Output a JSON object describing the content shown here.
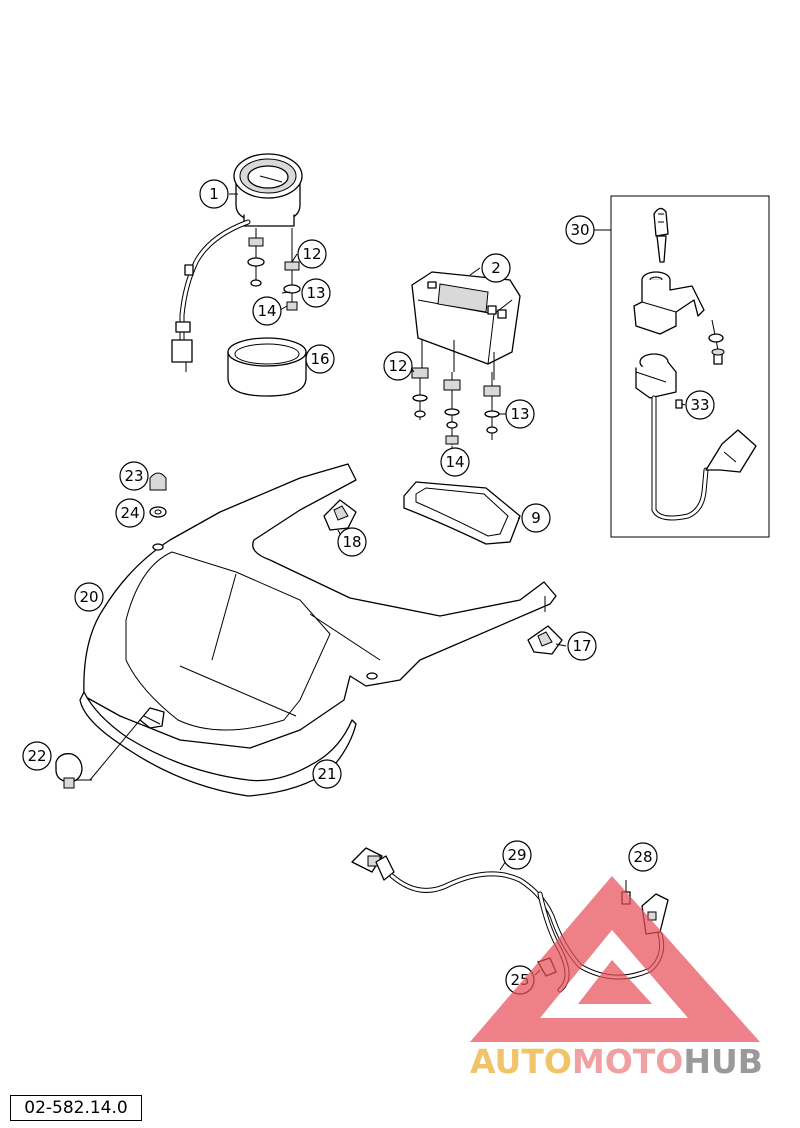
{
  "drawing_code": "02-582.14.0",
  "watermark": {
    "part1": "AUTO",
    "part2": "MOTO",
    "part3": "HUB",
    "colors": {
      "auto": "#f2c46a",
      "moto": "#f0a0a0",
      "hub": "#9a9a9a",
      "triangle": "#e8505b"
    }
  },
  "callouts": [
    "1",
    "2",
    "12",
    "13",
    "14",
    "16",
    "12",
    "13",
    "14",
    "9",
    "30",
    "33",
    "23",
    "24",
    "18",
    "20",
    "17",
    "22",
    "21",
    "29",
    "28",
    "25"
  ]
}
